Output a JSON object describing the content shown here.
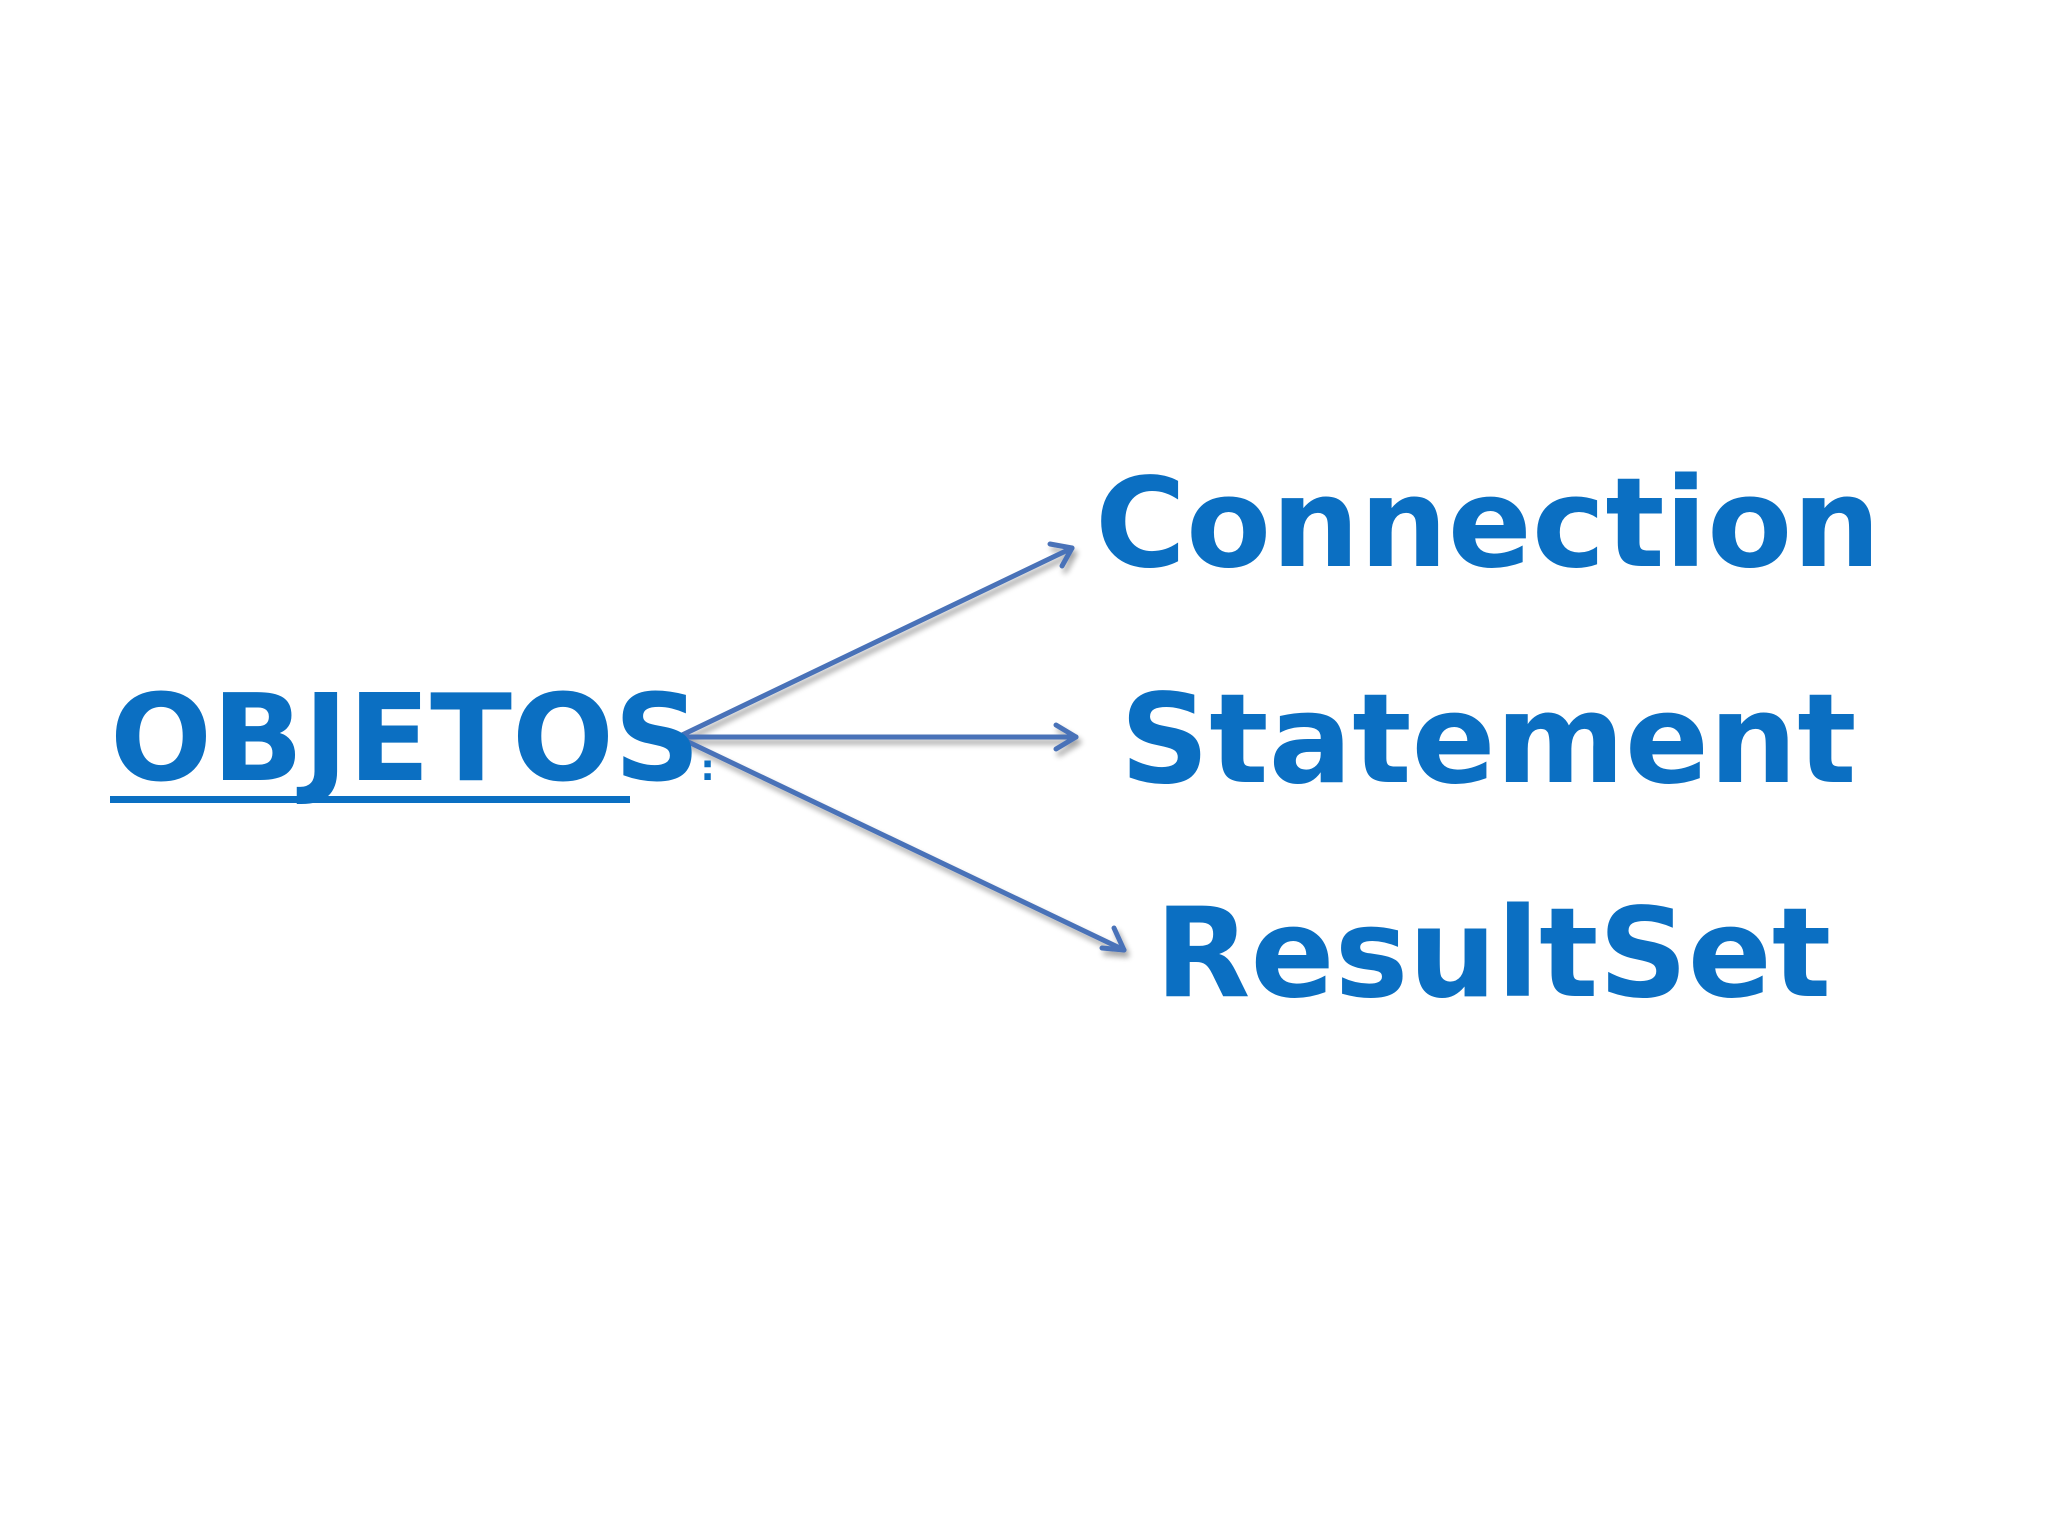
{
  "source": {
    "label": "OBJETOS",
    "suffix": ":"
  },
  "targets": [
    {
      "label": "Connection"
    },
    {
      "label": "Statement"
    },
    {
      "label": "ResultSet"
    }
  ],
  "colors": {
    "text": "#0b6fc2",
    "arrow": "#4a72b8",
    "background": "#ffffff"
  }
}
